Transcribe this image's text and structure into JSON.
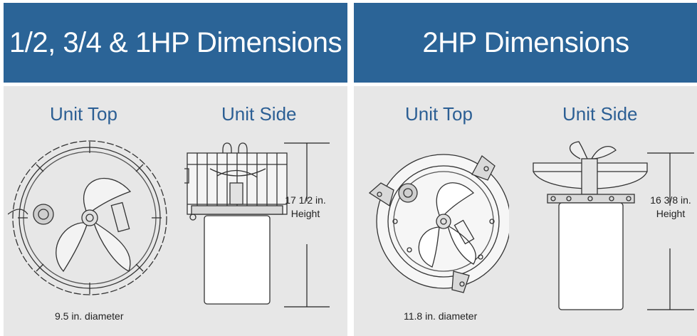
{
  "panels": [
    {
      "title": "1/2, 3/4 & 1HP Dimensions",
      "top_label": "Unit Top",
      "side_label": "Unit Side",
      "diameter": "9.5 in. diameter",
      "height_value": "17 1/2 in.",
      "height_word": "Height",
      "icons": {
        "top": "mixer-top-view-icon",
        "side": "mixer-side-view-icon"
      }
    },
    {
      "title": "2HP Dimensions",
      "top_label": "Unit Top",
      "side_label": "Unit Side",
      "diameter": "11.8 in. diameter",
      "height_value": "16 3/8 in.",
      "height_word": "Height",
      "icons": {
        "top": "mixer-top-view-icon",
        "side": "mixer-side-view-icon"
      }
    }
  ],
  "colors": {
    "header": "#2b6497",
    "body": "#e7e7e7",
    "label": "#2c5f94"
  }
}
